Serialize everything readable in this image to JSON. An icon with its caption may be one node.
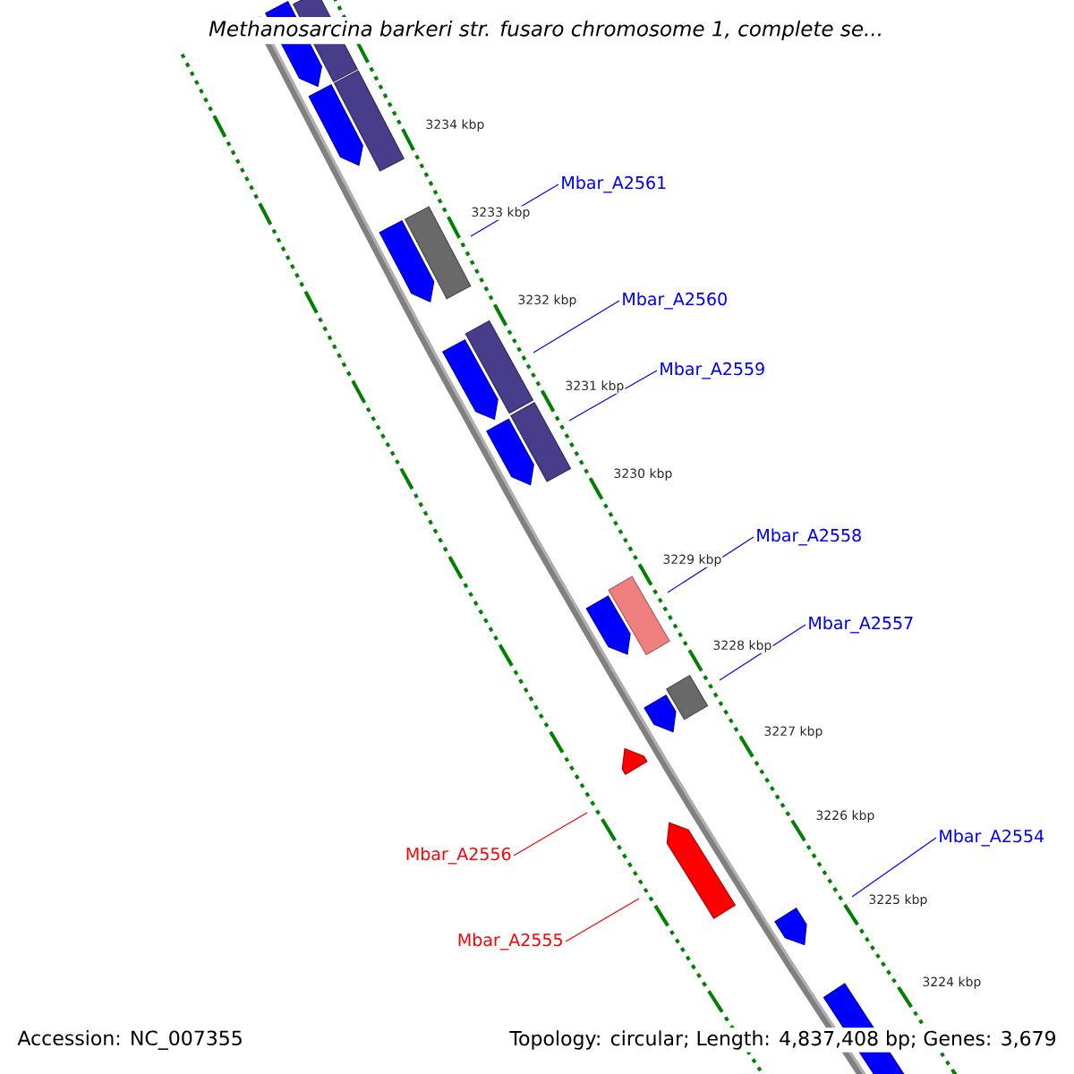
{
  "diagram": {
    "title": "Methanosarcina barkeri str. fusaro chromosome 1, complete se...",
    "nodes": [
      {
        "text": [
          "Mbar_A2561"
        ]
      },
      {
        "text": [
          "Mbar_A2560"
        ]
      },
      {
        "text": [
          "Mbar_A2559"
        ]
      },
      {
        "text": [
          "Mbar_A2558"
        ]
      },
      {
        "text": [
          "Mbar_A2557"
        ]
      },
      {
        "text": [
          "Mbar_A2556"
        ]
      },
      {
        "text": [
          "Mbar_A2554"
        ]
      },
      {
        "text": [
          "Mbar_A2555"
        ]
      }
    ],
    "edges": [
      {
        "from": 0,
        "to": null,
        "arrow": "none"
      },
      {
        "from": 1,
        "to": null,
        "arrow": "none"
      },
      {
        "from": 2,
        "to": null,
        "arrow": "none"
      },
      {
        "from": 3,
        "to": null,
        "arrow": "none"
      },
      {
        "from": 4,
        "to": null,
        "arrow": "none"
      },
      {
        "from": 5,
        "to": null,
        "arrow": "none",
        "color": "#ff0000"
      },
      {
        "from": 6,
        "to": null,
        "arrow": "none"
      },
      {
        "from": 7,
        "to": null,
        "arrow": "none",
        "color": "#ff0000"
      }
    ],
    "labels": [
      "3234 kbp",
      "3233 kbp",
      "3232 kbp",
      "3231 kbp",
      "3230 kbp",
      "3229 kbp",
      "3228 kbp",
      "3227 kbp",
      "3226 kbp",
      "3225 kbp",
      "3224 kbp",
      "Accession: NC_007355",
      "Topology: circular; Length: 4,837,408 bp; Genes: 3,679"
    ]
  }
}
